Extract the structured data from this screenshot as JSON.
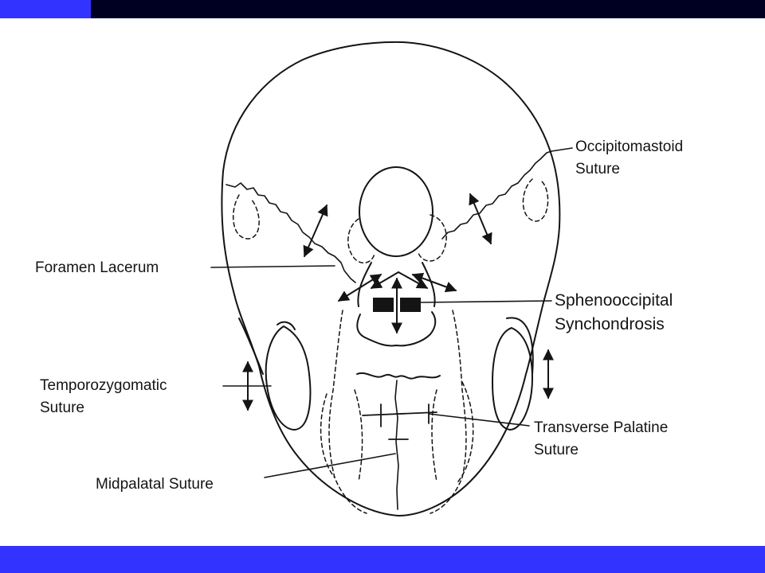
{
  "colors": {
    "top_bar": "#000022",
    "top_bar_accent": "#3333ff",
    "bottom_bar": "#3333ff",
    "line": "#141414"
  },
  "labels": {
    "occipitomastoid": [
      "Occipitomastoid",
      "Suture"
    ],
    "foramen_lacerum": [
      "Foramen Lacerum"
    ],
    "sphenooccipital": [
      "Sphenooccipital",
      "Synchondrosis"
    ],
    "temporozygomatic": [
      "Temporozygomatic",
      "Suture"
    ],
    "transverse_palatine": [
      "Transverse Palatine",
      "Suture"
    ],
    "midpalatal": [
      "Midpalatal Suture"
    ]
  }
}
